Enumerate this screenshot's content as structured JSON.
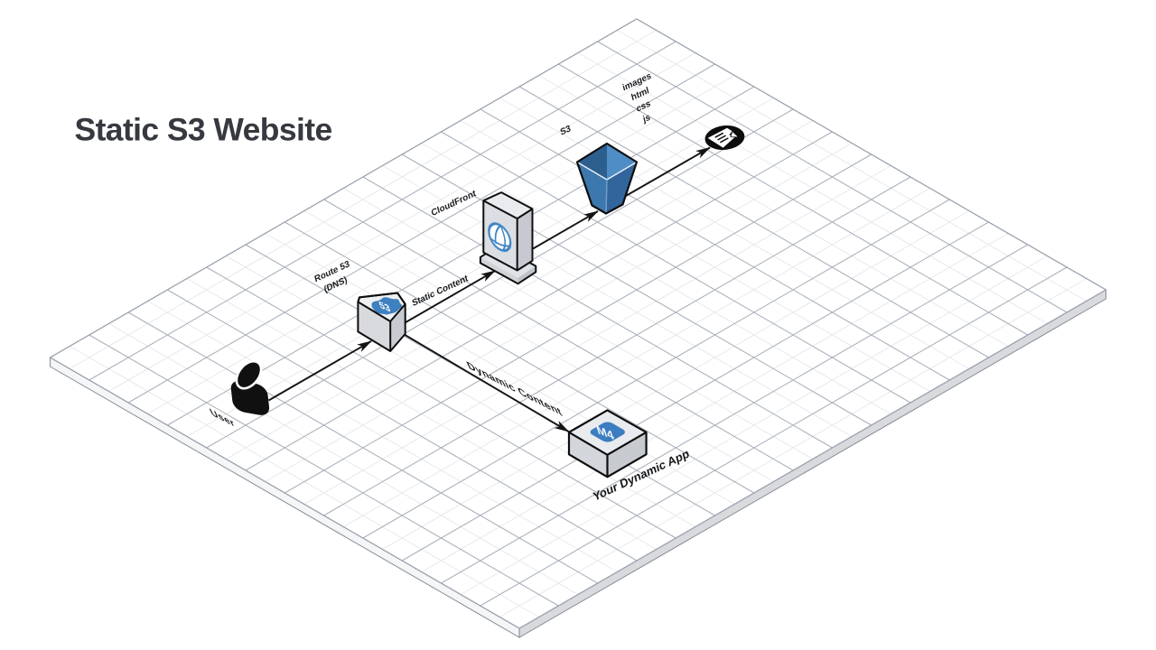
{
  "title": "Static S3 Website",
  "diagram": {
    "nodes": {
      "user": {
        "label": "User",
        "icon": "user-icon"
      },
      "route53": {
        "label_line1": "Route 53",
        "label_line2": "(DNS)",
        "icon": "route53-shield-icon",
        "badge_text": "53"
      },
      "cloudfront": {
        "label": "CloudFront",
        "icon": "cloudfront-globe-icon"
      },
      "s3": {
        "label": "S3",
        "icon": "s3-bucket-icon"
      },
      "files": {
        "label_line1": "images",
        "label_line2": "html",
        "label_line3": "css",
        "label_line4": "js",
        "icon": "document-files-icon"
      },
      "app": {
        "label": "Your Dynamic App",
        "icon": "ec2-instance-icon",
        "badge_text": "M4"
      }
    },
    "edges": {
      "user_to_route53": {
        "label": ""
      },
      "route53_to_cloudfront": {
        "label": "Static Content"
      },
      "cloudfront_to_s3": {
        "label": ""
      },
      "s3_to_files": {
        "label": ""
      },
      "route53_to_app": {
        "label": "Dynamic Content"
      }
    }
  },
  "colors": {
    "background": "#ffffff",
    "grid_major": "#aeb4c0",
    "grid_minor": "#e6e9ed",
    "plane_edge_left": "#f5f6f8",
    "plane_edge_right": "#d8dade",
    "icon_blue": "#3f80c0",
    "s3_dark": "#2c5f8e",
    "s3_light": "#4f8dc6",
    "arrow": "#141414",
    "title_color": "#36393f"
  }
}
